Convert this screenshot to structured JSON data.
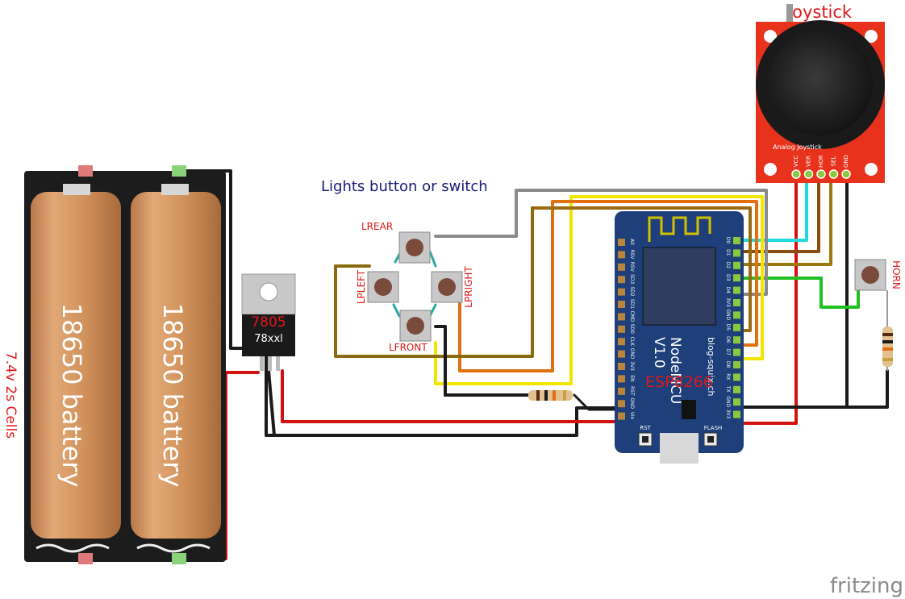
{
  "labels": {
    "joystick_title": "Joystick",
    "lights_caption": "Lights button or switch",
    "lrear": "LREAR",
    "lleft": "LPLEFT",
    "lright": "LPRIGHT",
    "lfront": "LFRONT",
    "horn": "HORN",
    "regulator_red": "7805",
    "regulator_part": "78xxl",
    "battery_left": "18650 battery",
    "battery_right": "18650 battery",
    "cells_note": "7.4v 2s Cells",
    "board_name": "NodeMCU",
    "board_version": "V1.0",
    "board_site": "blog-squix.ch",
    "board_chip": "ESP8266",
    "rst_label": "RST",
    "flash_label": "FLASH",
    "joystick_small": "Analog Joystick",
    "watermark": "fritzing"
  },
  "joystick_pins": [
    "VCC",
    "VER",
    "HOR",
    "SEL",
    "GND"
  ],
  "nodemcu_left_pins": [
    "A0",
    "RSV",
    "RSV",
    "SD3",
    "SD2",
    "SD1",
    "CMD",
    "SD0",
    "CLK",
    "GND",
    "3V3",
    "EN",
    "RST",
    "GND",
    "Vin"
  ],
  "nodemcu_right_pins": [
    "D0",
    "D1",
    "D2",
    "D3",
    "D4",
    "3V3",
    "GND",
    "D5",
    "D6",
    "D7",
    "D8",
    "RX",
    "TX",
    "GND",
    "3V3"
  ],
  "colors": {
    "board_blue": "#1e3f7a",
    "breakout_red": "#e8321c",
    "text_red": "#e01818",
    "caption_blue": "#1a1a7a",
    "battery_orange": "#d0915a",
    "wire_red": "#d41010",
    "wire_black": "#1a1a1a",
    "wire_yellow": "#f2e600",
    "wire_orange": "#e07010",
    "wire_brown": "#9a5a10",
    "wire_darkgold": "#9a7a10",
    "wire_gray": "#8a8a8a",
    "wire_cyan": "#20d8e0",
    "wire_green": "#20c020"
  }
}
